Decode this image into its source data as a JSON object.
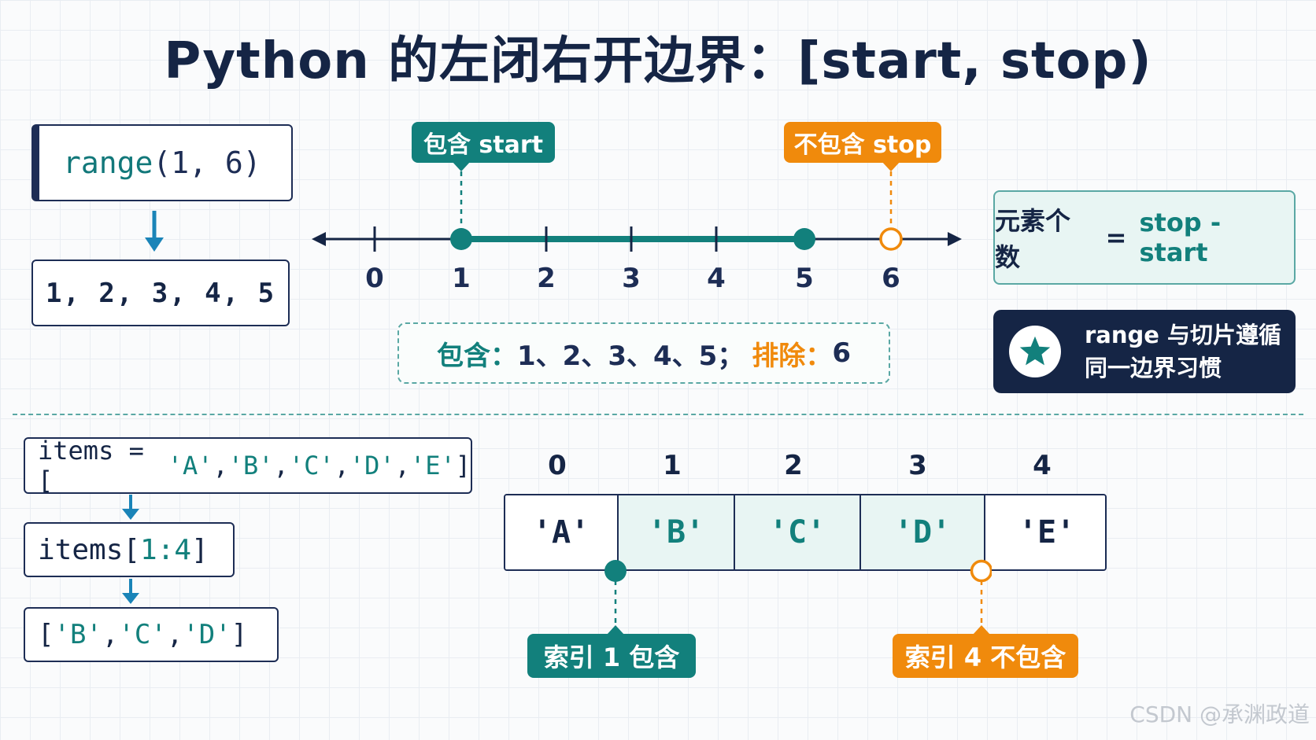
{
  "title": "Python 的左闭右开边界：[start, stop)",
  "range_panel": {
    "call_fn": "range",
    "call_args": "(1, 6)",
    "result": "1, 2, 3, 4, 5"
  },
  "number_line": {
    "ticks": [
      "0",
      "1",
      "2",
      "3",
      "4",
      "5",
      "6"
    ],
    "include_tag": "包含 start",
    "exclude_tag": "不包含 stop"
  },
  "summary": {
    "include_label": "包含：",
    "include_values": "1、2、3、4、5；",
    "exclude_label": "排除：",
    "exclude_value": "6"
  },
  "count_formula": {
    "label": "元素个数",
    "equals": "=",
    "formula": "stop - start"
  },
  "note": {
    "line1": "range 与切片遵循",
    "line2": "同一边界习惯"
  },
  "slice_panel": {
    "items_def_name": "items = [",
    "items_def_values": [
      "'A'",
      "'B'",
      "'C'",
      "'D'",
      "'E'"
    ],
    "slice_expr_name": "items[",
    "slice_expr_range": "1:4",
    "slice_expr_close": "]",
    "slice_result_values": [
      "'B'",
      "'C'",
      "'D'"
    ]
  },
  "index_table": {
    "indices": [
      "0",
      "1",
      "2",
      "3",
      "4"
    ],
    "cells": [
      "'A'",
      "'B'",
      "'C'",
      "'D'",
      "'E'"
    ],
    "include_tag": "索引 1 包含",
    "exclude_tag": "索引 4 不包含"
  },
  "watermark": "CSDN @承渊政道",
  "colors": {
    "navy": "#152545",
    "teal": "#12807c",
    "orange": "#f08a0c",
    "teal_light": "#e8f5f3"
  }
}
